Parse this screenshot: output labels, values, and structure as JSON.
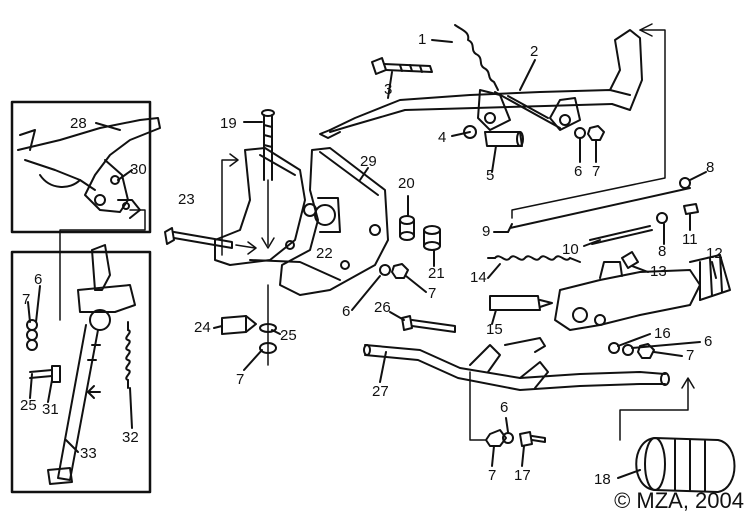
{
  "copyright": "© MZA, 2004",
  "colors": {
    "ink": "#111111",
    "paper": "#ffffff"
  },
  "callouts": [
    {
      "id": "c1",
      "text": "1"
    },
    {
      "id": "c2",
      "text": "2"
    },
    {
      "id": "c3",
      "text": "3"
    },
    {
      "id": "c4",
      "text": "4"
    },
    {
      "id": "c5",
      "text": "5"
    },
    {
      "id": "c6a",
      "text": "6"
    },
    {
      "id": "c7a",
      "text": "7"
    },
    {
      "id": "c8a",
      "text": "8"
    },
    {
      "id": "c9",
      "text": "9"
    },
    {
      "id": "c10",
      "text": "10"
    },
    {
      "id": "c8b",
      "text": "8"
    },
    {
      "id": "c11",
      "text": "11"
    },
    {
      "id": "c12",
      "text": "12"
    },
    {
      "id": "c13",
      "text": "13"
    },
    {
      "id": "c14",
      "text": "14"
    },
    {
      "id": "c15",
      "text": "15"
    },
    {
      "id": "c16",
      "text": "16"
    },
    {
      "id": "c6b",
      "text": "6"
    },
    {
      "id": "c7b",
      "text": "7"
    },
    {
      "id": "c18",
      "text": "18"
    },
    {
      "id": "c17",
      "text": "17"
    },
    {
      "id": "c7c",
      "text": "7"
    },
    {
      "id": "c6c",
      "text": "6"
    },
    {
      "id": "c27",
      "text": "27"
    },
    {
      "id": "c26",
      "text": "26"
    },
    {
      "id": "c6d",
      "text": "6"
    },
    {
      "id": "c7d",
      "text": "7"
    },
    {
      "id": "c21",
      "text": "21"
    },
    {
      "id": "c20",
      "text": "20"
    },
    {
      "id": "c29",
      "text": "29"
    },
    {
      "id": "c22",
      "text": "22"
    },
    {
      "id": "c19",
      "text": "19"
    },
    {
      "id": "c23",
      "text": "23"
    },
    {
      "id": "c24",
      "text": "24"
    },
    {
      "id": "c25a",
      "text": "25"
    },
    {
      "id": "c7e",
      "text": "7"
    },
    {
      "id": "c28",
      "text": "28"
    },
    {
      "id": "c30",
      "text": "30"
    },
    {
      "id": "c6e",
      "text": "6"
    },
    {
      "id": "c7f",
      "text": "7"
    },
    {
      "id": "c25b",
      "text": "25"
    },
    {
      "id": "c31",
      "text": "31"
    },
    {
      "id": "c32",
      "text": "32"
    },
    {
      "id": "c33",
      "text": "33"
    }
  ]
}
